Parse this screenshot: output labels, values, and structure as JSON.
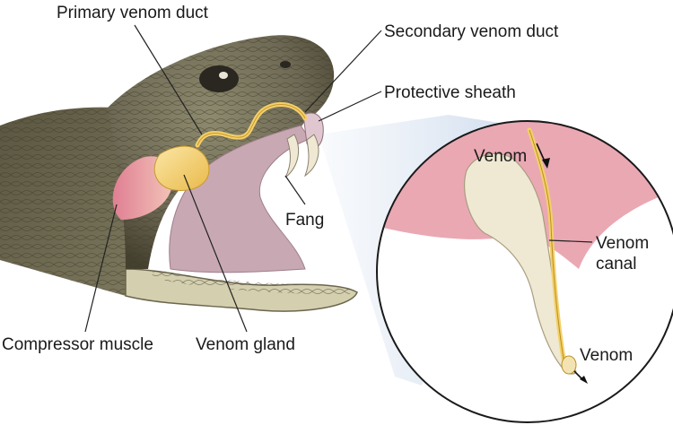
{
  "labels": {
    "primary_venom_duct": "Primary venom duct",
    "secondary_venom_duct": "Secondary venom duct",
    "protective_sheath": "Protective sheath",
    "fang": "Fang",
    "compressor_muscle": "Compressor muscle",
    "venom_gland": "Venom gland",
    "venom_top": "Venom",
    "venom_canal_line1": "Venom",
    "venom_canal_line2": "canal",
    "venom_bottom": "Venom"
  },
  "colors": {
    "snake_scales": "#6f6a55",
    "snake_belly": "#cfcaa8",
    "mouth_lining": "#c8a9b3",
    "gum_pink": "#eaa8b3",
    "venom_gland": "#f4d06a",
    "compressor_muscle": "#e6889a",
    "fang_ivory": "#efe8d2",
    "leader_line": "#222222"
  }
}
